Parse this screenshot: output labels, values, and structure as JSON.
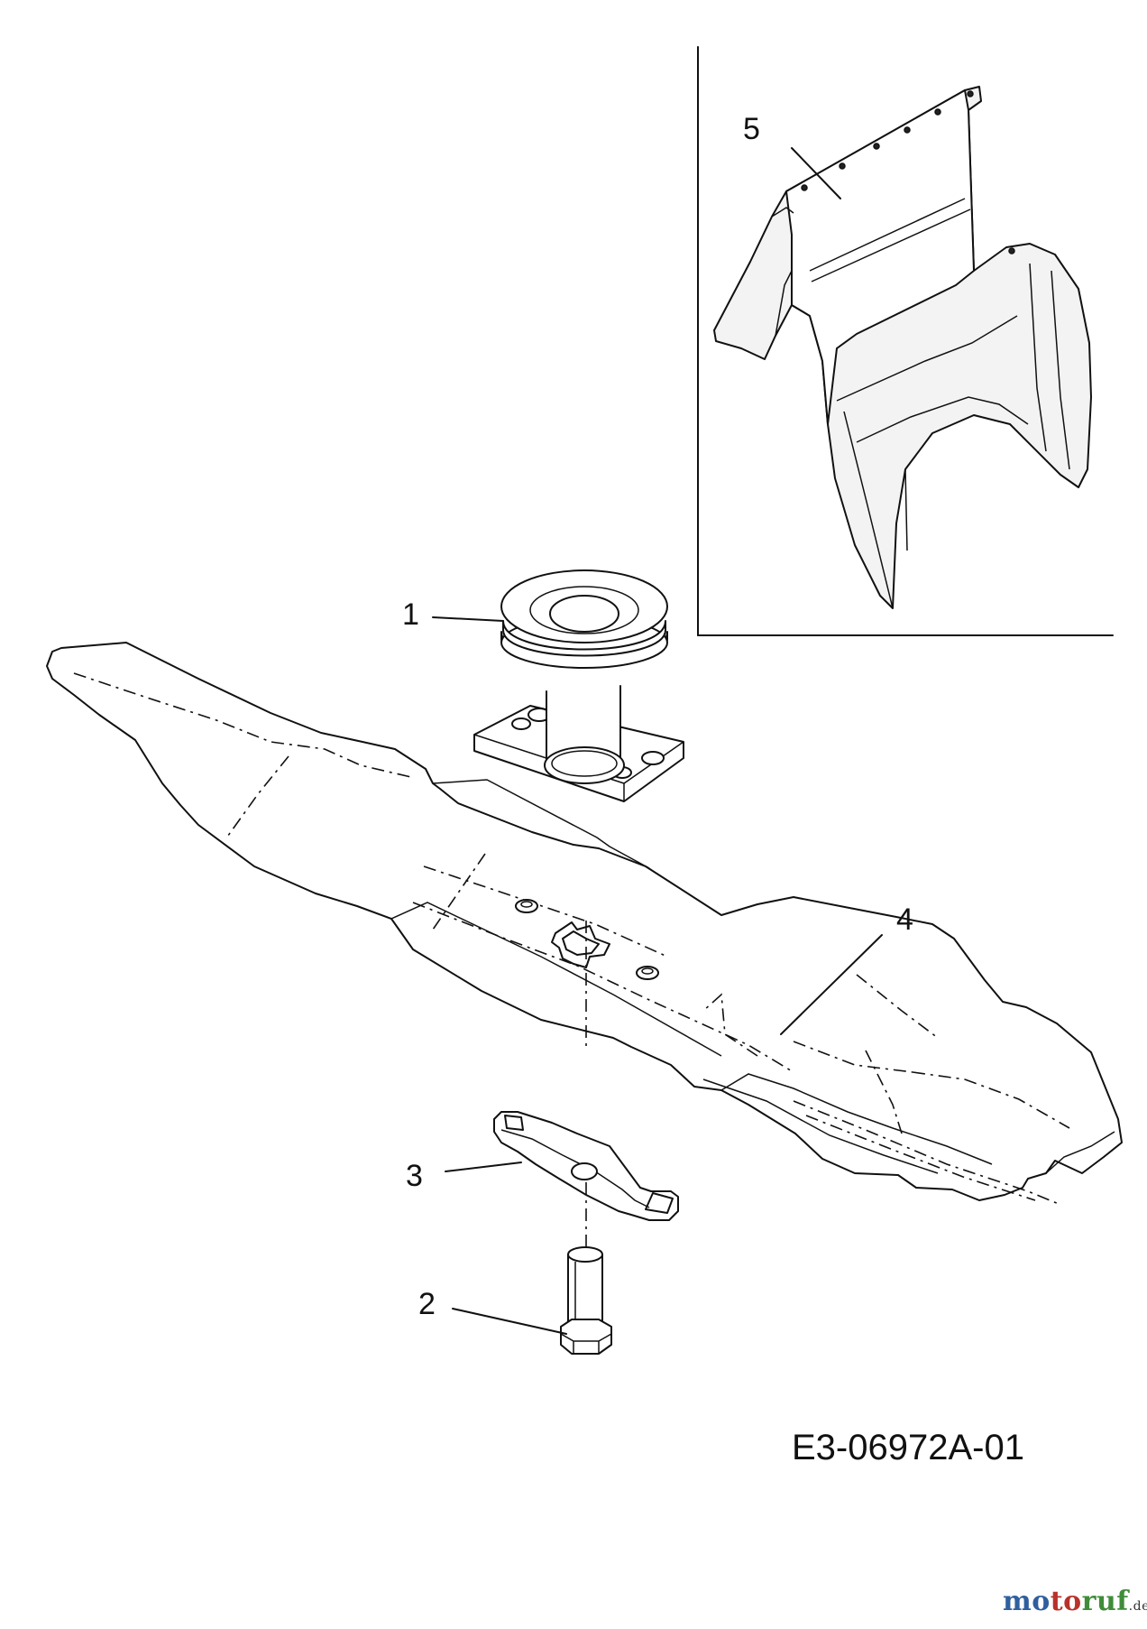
{
  "callouts": {
    "part1": "1",
    "part2": "2",
    "part3": "3",
    "part4": "4",
    "part5": "5"
  },
  "drawing_id": "E3-06972A-01",
  "watermark": {
    "brand_parts": [
      "mo",
      "to",
      "ruf"
    ],
    "suffix": ".de"
  },
  "colors": {
    "line": "#111111",
    "brand_blue": "#2f5f9e",
    "brand_red": "#b8322b",
    "brand_green": "#3f8c3a"
  }
}
